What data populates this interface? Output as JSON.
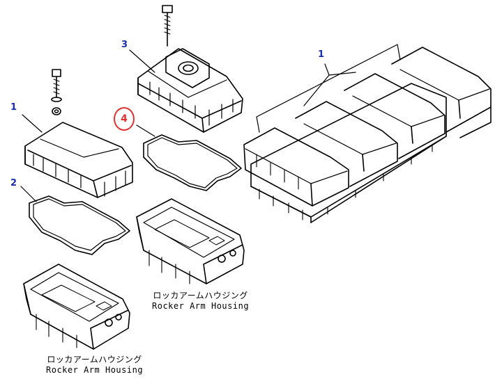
{
  "colors": {
    "line": "#000000",
    "callout": "#1a2fb0",
    "highlight": "#e03030"
  },
  "callouts": {
    "c1_left": "1",
    "c1_right": "1",
    "c2": "2",
    "c3": "3",
    "c4": "4"
  },
  "captions": {
    "housing_a": {
      "jp": "ロッカアームハウジング",
      "en": "Rocker Arm Housing"
    },
    "housing_b": {
      "jp": "ロッカアームハウジング",
      "en": "Rocker Arm Housing"
    }
  }
}
